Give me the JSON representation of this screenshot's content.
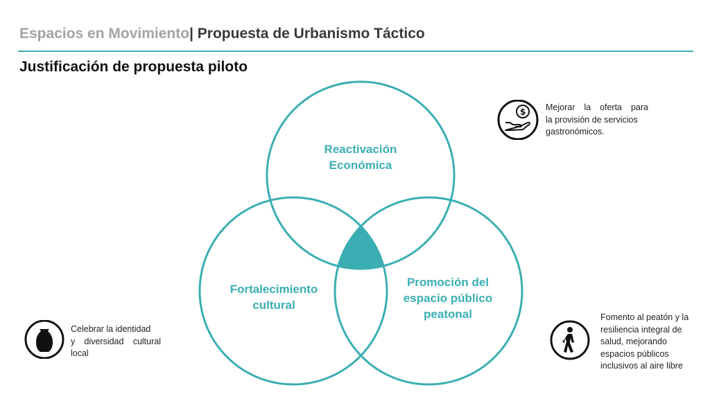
{
  "header": {
    "brand": "Espacios en Movimiento",
    "separator": "|",
    "title": " Propuesta de Urbanismo Táctico"
  },
  "subtitle": "Justificación de propuesta piloto",
  "colors": {
    "accent": "#3aaeb3",
    "text": "#222222",
    "brand_gray": "#a3a3a3"
  },
  "venn": {
    "top": {
      "line1": "Reactivación",
      "line2": "Económica"
    },
    "left": {
      "line1": "Fortalecimiento",
      "line2": "cultural"
    },
    "right": {
      "line1": "Promoción del",
      "line2": "espacio público",
      "line3": "peatonal"
    }
  },
  "notes": {
    "economic": {
      "icon": "hand-money-icon",
      "line1": "Mejorar la oferta para",
      "line2": "la provisión de servicios",
      "line3": "gastronómicos."
    },
    "cultural": {
      "icon": "vase-icon",
      "line1": "Celebrar la identidad",
      "line2": "y diversidad cultural",
      "line3": "local"
    },
    "pedestrian": {
      "icon": "pedestrian-icon",
      "line1": "Fomento al peatón y la",
      "line2": "resiliencia integral de",
      "line3": "salud, mejorando",
      "line4": "espacios públicos",
      "line5": "inclusivos al aire libre"
    }
  }
}
